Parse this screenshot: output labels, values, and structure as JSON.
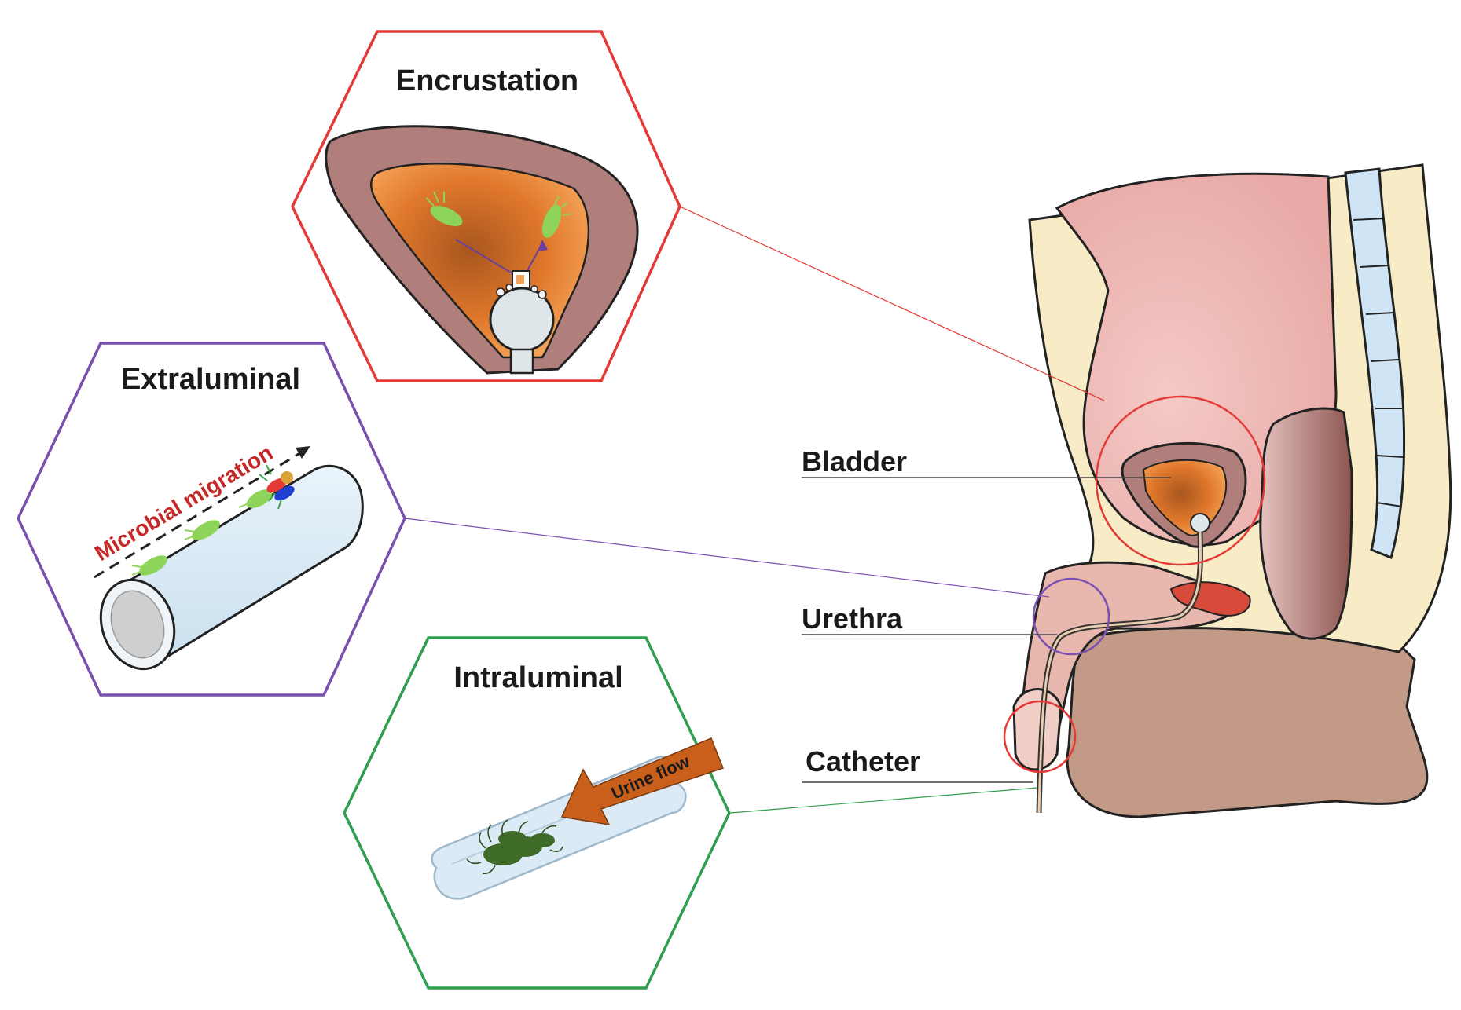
{
  "panels": {
    "encrustation": {
      "title": "Encrustation",
      "color": "#e53935"
    },
    "extraluminal": {
      "title": "Extraluminal",
      "color": "#7b4fb0",
      "migration_label": "Microbial migration",
      "migration_color": "#c62828"
    },
    "intraluminal": {
      "title": "Intraluminal",
      "color": "#2e9e4f",
      "flow_label": "Urine flow",
      "flow_color": "#c8601c"
    }
  },
  "anatomy_labels": {
    "bladder": "Bladder",
    "urethra": "Urethra",
    "catheter": "Catheter"
  },
  "colors": {
    "bladder_wall": "#b07f7c",
    "urine": "#e08232",
    "skin": "#f7ecc6",
    "muscle": "#c39a88",
    "spine": "#cfe5f5",
    "catheter_tube": "#d8eaf5",
    "bacteria_green": "#8fd45a",
    "biofilm": "#3f6b28"
  },
  "icons": [
    "bacterium-icon",
    "balloon-catheter-icon",
    "flow-arrow-icon"
  ]
}
